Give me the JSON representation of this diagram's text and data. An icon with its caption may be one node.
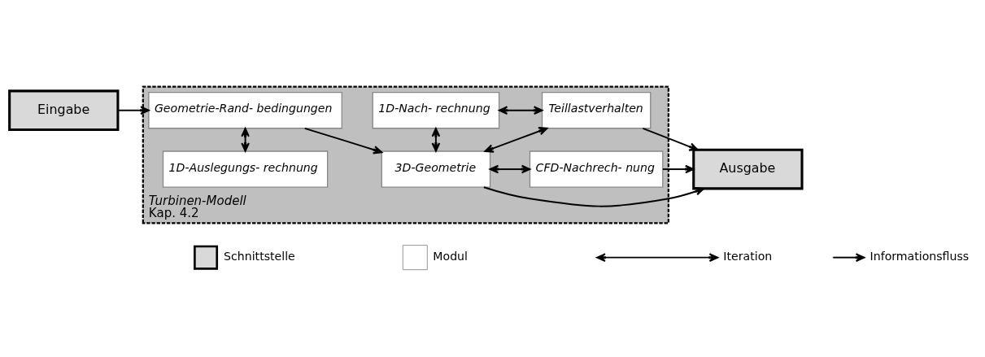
{
  "diagram": {
    "nodes": [
      {
        "text": [
          "Turbinen-Modell",
          "Kap. 4.2"
        ]
      },
      {
        "text": [
          "Eingabe"
        ]
      },
      {
        "text": [
          "1D-Auslegungs- rechnung"
        ],
        "in": 0
      },
      {
        "text": [
          "Geometrie-Rand- bedingungen"
        ],
        "in": 0
      },
      {
        "text": [
          "1D-Nach- rechnung"
        ],
        "in": 0
      },
      {
        "text": [
          "3D-Geometrie"
        ],
        "in": 0
      },
      {
        "text": [
          "Teillastverhalten"
        ],
        "in": 0
      },
      {
        "text": [
          "CFD-Nachrech- nung"
        ],
        "in": 0
      },
      {
        "text": [
          "Ausgabe"
        ]
      }
    ],
    "edges": [
      {
        "from": 1,
        "to": 3,
        "arrow": "to"
      },
      {
        "from": 2,
        "to": 3,
        "arrow": "both"
      },
      {
        "from": 3,
        "to": 5,
        "arrow": "to"
      },
      {
        "from": 4,
        "to": 5,
        "arrow": "both"
      },
      {
        "from": 4,
        "to": 6,
        "arrow": "both"
      },
      {
        "from": 5,
        "to": 6,
        "arrow": "both"
      },
      {
        "from": 5,
        "to": 8,
        "arrow": "to"
      },
      {
        "from": 5,
        "to": 7,
        "arrow": "both"
      },
      {
        "from": 6,
        "to": 8,
        "arrow": "to"
      },
      {
        "from": 7,
        "to": 8,
        "arrow": "to"
      }
    ],
    "legend": [
      {
        "text": "Schnittstelle",
        "color": "#d9d9d9"
      },
      {
        "text": "Modul",
        "color": "#ffffff"
      },
      {
        "text": "Iteration"
      },
      {
        "text": "Informationsfluss"
      }
    ]
  }
}
